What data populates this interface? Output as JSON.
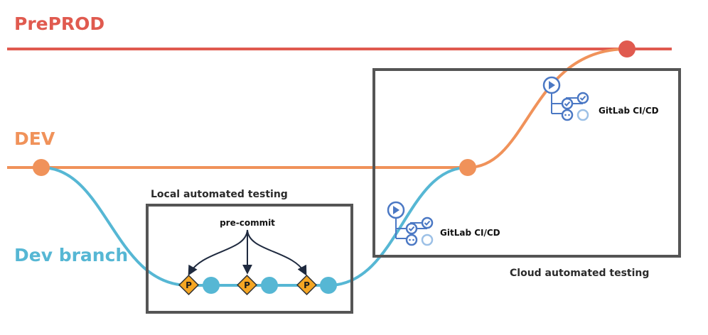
{
  "lanes": {
    "preprod": {
      "label": "PrePROD",
      "color": "#e05a4f"
    },
    "dev": {
      "label": "DEV",
      "color": "#f0925a"
    },
    "dev_branch": {
      "label": "Dev branch",
      "color": "#56b7d4"
    }
  },
  "boxes": {
    "local": {
      "title": "Local automated testing"
    },
    "cloud": {
      "title": "Cloud automated testing"
    }
  },
  "precommit": {
    "label": "pre-commit",
    "marker": "P"
  },
  "cicd": {
    "lower_label": "GitLab CI/CD",
    "upper_label": "GitLab CI/CD",
    "icon_color": "#4b78c4",
    "icon_light_color": "#9cc0e6"
  },
  "box_border_color": "#555555",
  "diamond_color": "#f5a623",
  "arrow_color": "#1f2a3f"
}
